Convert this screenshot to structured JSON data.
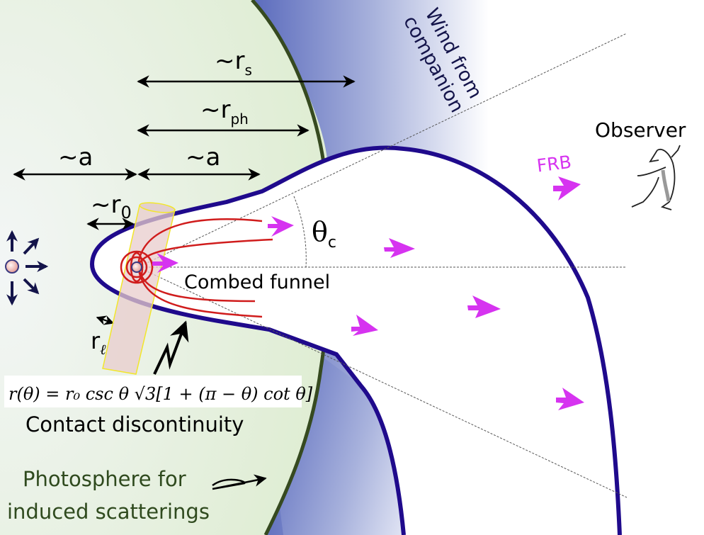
{
  "figure": {
    "labels": {
      "r_s": "~r",
      "r_s_sub": "s",
      "r_ph": "~r",
      "r_ph_sub": "ph",
      "a_left": "~a",
      "a_right": "~a",
      "r_0": "~r",
      "r_0_sub": "0",
      "r_ell": "r",
      "r_ell_sub": "ℓ",
      "theta_c": "θ",
      "theta_c_sub": "c",
      "combed_funnel": "Combed funnel",
      "wind_line1": "Wind from",
      "wind_line2": "companion",
      "observer": "Observer",
      "frb": "FRB",
      "equation": "r(θ) = r₀ csc θ √3[1 + (π − θ) cot θ]",
      "contact_discontinuity": "Contact discontinuity",
      "photosphere_line1": "Photosphere for",
      "photosphere_line2": "induced scatterings"
    },
    "icons": [
      "star-source-icon",
      "outflow-arrow-icon",
      "magnetar-dipole-icon",
      "frb-arrow-icon",
      "frog-observer-icon",
      "squiggle-pointer-icon"
    ],
    "colors": {
      "photosphere_fill": "#e4efdc",
      "photosphere_edge": "#364a20",
      "wind_dark": "#5a6bbd",
      "wind_light": "#ffffff",
      "contact_line": "#1f0a8c",
      "field_lines": "#d01c1c",
      "frb_arrows": "#d633f0",
      "cylinder_edge": "#f2e62a",
      "cylinder_fill": "#e8cccc"
    }
  }
}
